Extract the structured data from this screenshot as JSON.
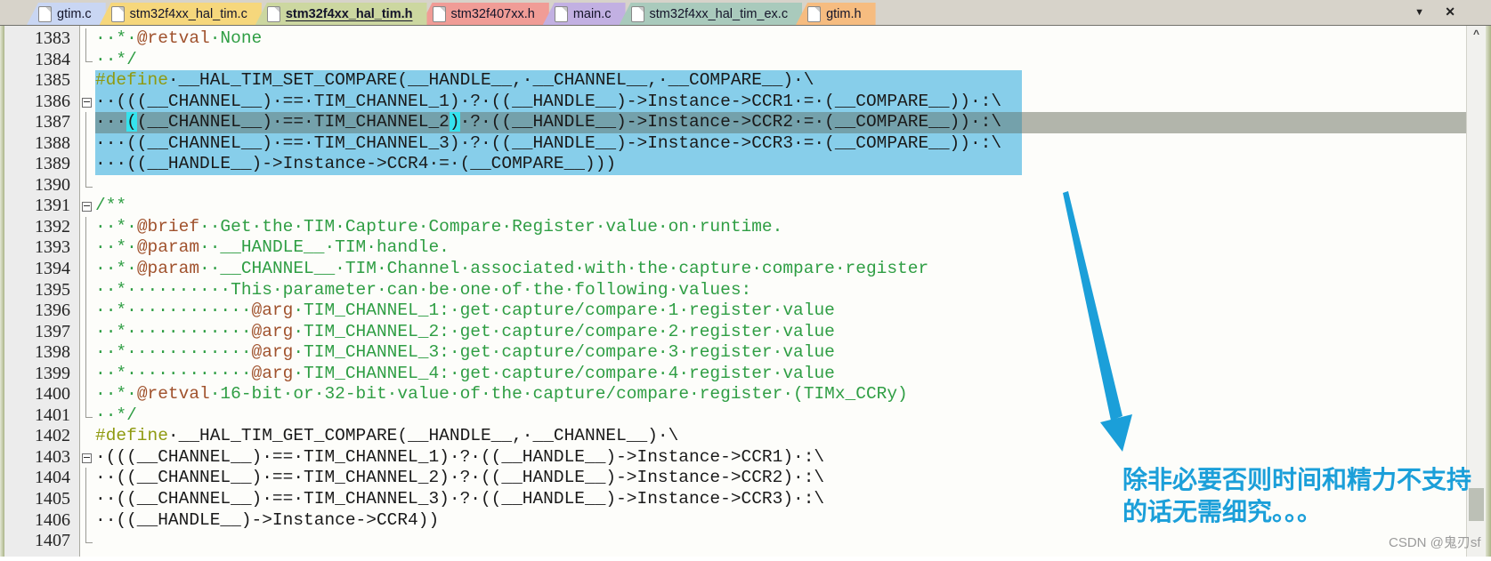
{
  "tabs": {
    "items": [
      {
        "label": "gtim.c",
        "color": "#c9d6f3",
        "active": false
      },
      {
        "label": "stm32f4xx_hal_tim.c",
        "color": "#f6d77c",
        "active": false
      },
      {
        "label": "stm32f4xx_hal_tim.h",
        "color": "#ccd7a0",
        "active": true
      },
      {
        "label": "stm32f407xx.h",
        "color": "#f09c96",
        "active": false
      },
      {
        "label": "main.c",
        "color": "#c2b0e2",
        "active": false
      },
      {
        "label": "stm32f4xx_hal_tim_ex.c",
        "color": "#a9cabc",
        "active": false
      },
      {
        "label": "gtim.h",
        "color": "#f6bc80",
        "active": false
      }
    ],
    "dropdown_icon": "▼",
    "close_icon": "✕"
  },
  "editor": {
    "colors": {
      "comment": "#2f9e44",
      "tag": "#a0522d",
      "preproc": "#8f9a10",
      "code": "#1a1a1a",
      "selection": "#87ceea",
      "current_line": "#b2b5ab",
      "current_line_over_selection": "#74a1ab",
      "bracket_match_bg": "#35e3ee",
      "annotation_blue": "#1b9fd9"
    },
    "scroll_up_icon": "^",
    "lines": [
      {
        "num": "1383",
        "fold": "line",
        "bg": "",
        "segs": [
          {
            "t": "··*·",
            "c": "c"
          },
          {
            "t": "@retval",
            "c": "t"
          },
          {
            "t": "·None",
            "c": "c"
          }
        ]
      },
      {
        "num": "1384",
        "fold": "end",
        "bg": "",
        "segs": [
          {
            "t": "··*/",
            "c": "c"
          }
        ]
      },
      {
        "num": "1385",
        "fold": "",
        "bg": "sel",
        "segs": [
          {
            "t": "#define",
            "c": "p"
          },
          {
            "t": "·__HAL_TIM_SET_COMPARE(__HANDLE__,·__CHANNEL__,·__COMPARE__)·\\",
            "c": "k"
          }
        ]
      },
      {
        "num": "1386",
        "fold": "box",
        "bg": "sel",
        "segs": [
          {
            "t": "··(((__CHANNEL__)·==·TIM_CHANNEL_1)·?·((__HANDLE__)->Instance->CCR1·=·(__COMPARE__))·:\\",
            "c": "k"
          }
        ]
      },
      {
        "num": "1387",
        "fold": "line",
        "bg": "cur",
        "segs": [
          {
            "t": "···",
            "c": "k"
          },
          {
            "t": "(",
            "c": "m"
          },
          {
            "t": "(__CHANNEL__)·==·TIM_CHANNEL_2",
            "c": "k"
          },
          {
            "t": ")",
            "c": "m"
          },
          {
            "t": "·?·((__HANDLE__)->Instance->CCR2·=·(__COMPARE__))·:\\",
            "c": "k"
          }
        ]
      },
      {
        "num": "1388",
        "fold": "line",
        "bg": "sel",
        "segs": [
          {
            "t": "···((__CHANNEL__)·==·TIM_CHANNEL_3)·?·((__HANDLE__)->Instance->CCR3·=·(__COMPARE__))·:\\",
            "c": "k"
          }
        ]
      },
      {
        "num": "1389",
        "fold": "line",
        "bg": "sel",
        "segs": [
          {
            "t": "···((__HANDLE__)->Instance->CCR4·=·(__COMPARE__)))",
            "c": "k"
          }
        ]
      },
      {
        "num": "1390",
        "fold": "end",
        "bg": "",
        "segs": []
      },
      {
        "num": "1391",
        "fold": "box",
        "bg": "",
        "segs": [
          {
            "t": "/**",
            "c": "c"
          }
        ]
      },
      {
        "num": "1392",
        "fold": "line",
        "bg": "",
        "segs": [
          {
            "t": "··*·",
            "c": "c"
          },
          {
            "t": "@brief",
            "c": "t"
          },
          {
            "t": "··Get·the·TIM·Capture·Compare·Register·value·on·runtime.",
            "c": "c"
          }
        ]
      },
      {
        "num": "1393",
        "fold": "line",
        "bg": "",
        "segs": [
          {
            "t": "··*·",
            "c": "c"
          },
          {
            "t": "@param",
            "c": "t"
          },
          {
            "t": "··__HANDLE__·TIM·handle.",
            "c": "c"
          }
        ]
      },
      {
        "num": "1394",
        "fold": "line",
        "bg": "",
        "segs": [
          {
            "t": "··*·",
            "c": "c"
          },
          {
            "t": "@param",
            "c": "t"
          },
          {
            "t": "··__CHANNEL__·TIM·Channel·associated·with·the·capture·compare·register",
            "c": "c"
          }
        ]
      },
      {
        "num": "1395",
        "fold": "line",
        "bg": "",
        "segs": [
          {
            "t": "··*··········This·parameter·can·be·one·of·the·following·values:",
            "c": "c"
          }
        ]
      },
      {
        "num": "1396",
        "fold": "line",
        "bg": "",
        "segs": [
          {
            "t": "··*············",
            "c": "c"
          },
          {
            "t": "@arg",
            "c": "t"
          },
          {
            "t": "·TIM_CHANNEL_1:·get·capture/compare·1·register·value",
            "c": "c"
          }
        ]
      },
      {
        "num": "1397",
        "fold": "line",
        "bg": "",
        "segs": [
          {
            "t": "··*············",
            "c": "c"
          },
          {
            "t": "@arg",
            "c": "t"
          },
          {
            "t": "·TIM_CHANNEL_2:·get·capture/compare·2·register·value",
            "c": "c"
          }
        ]
      },
      {
        "num": "1398",
        "fold": "line",
        "bg": "",
        "segs": [
          {
            "t": "··*············",
            "c": "c"
          },
          {
            "t": "@arg",
            "c": "t"
          },
          {
            "t": "·TIM_CHANNEL_3:·get·capture/compare·3·register·value",
            "c": "c"
          }
        ]
      },
      {
        "num": "1399",
        "fold": "line",
        "bg": "",
        "segs": [
          {
            "t": "··*············",
            "c": "c"
          },
          {
            "t": "@arg",
            "c": "t"
          },
          {
            "t": "·TIM_CHANNEL_4:·get·capture/compare·4·register·value",
            "c": "c"
          }
        ]
      },
      {
        "num": "1400",
        "fold": "line",
        "bg": "",
        "segs": [
          {
            "t": "··*·",
            "c": "c"
          },
          {
            "t": "@retval",
            "c": "t"
          },
          {
            "t": "·16-bit·or·32-bit·value·of·the·capture/compare·register·(TIMx_CCRy)",
            "c": "c"
          }
        ]
      },
      {
        "num": "1401",
        "fold": "end",
        "bg": "",
        "segs": [
          {
            "t": "··*/",
            "c": "c"
          }
        ]
      },
      {
        "num": "1402",
        "fold": "",
        "bg": "",
        "segs": [
          {
            "t": "#define",
            "c": "p"
          },
          {
            "t": "·__HAL_TIM_GET_COMPARE(__HANDLE__,·__CHANNEL__)·\\",
            "c": "k"
          }
        ]
      },
      {
        "num": "1403",
        "fold": "box",
        "bg": "",
        "segs": [
          {
            "t": "·(((__CHANNEL__)·==·TIM_CHANNEL_1)·?·((__HANDLE__)->Instance->CCR1)·:\\",
            "c": "k"
          }
        ]
      },
      {
        "num": "1404",
        "fold": "line",
        "bg": "",
        "segs": [
          {
            "t": "··((__CHANNEL__)·==·TIM_CHANNEL_2)·?·((__HANDLE__)->Instance->CCR2)·:\\",
            "c": "k"
          }
        ]
      },
      {
        "num": "1405",
        "fold": "line",
        "bg": "",
        "segs": [
          {
            "t": "··((__CHANNEL__)·==·TIM_CHANNEL_3)·?·((__HANDLE__)->Instance->CCR3)·:\\",
            "c": "k"
          }
        ]
      },
      {
        "num": "1406",
        "fold": "line",
        "bg": "",
        "segs": [
          {
            "t": "··((__HANDLE__)->Instance->CCR4))",
            "c": "k"
          }
        ]
      },
      {
        "num": "1407",
        "fold": "end",
        "bg": "",
        "segs": []
      }
    ]
  },
  "annotation": {
    "line1": "除非必要否则时间和精力不支持",
    "line2": "的话无需细究。。。",
    "color": "#1b9fd9"
  },
  "watermark": {
    "text": "CSDN @鬼刃sf"
  }
}
